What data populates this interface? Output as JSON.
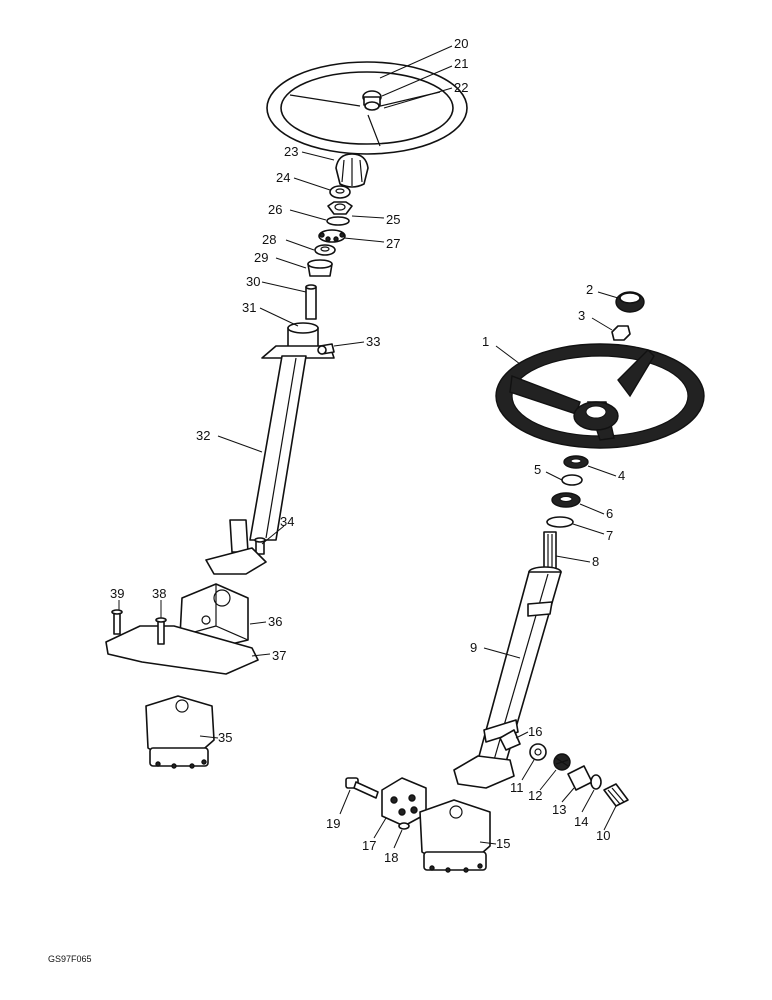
{
  "drawing_ref": "GS97F065",
  "callouts": [
    "1",
    "2",
    "3",
    "4",
    "5",
    "6",
    "7",
    "8",
    "9",
    "10",
    "11",
    "12",
    "13",
    "14",
    "15",
    "16",
    "17",
    "18",
    "19",
    "20",
    "21",
    "22",
    "23",
    "24",
    "25",
    "26",
    "27",
    "28",
    "29",
    "30",
    "31",
    "32",
    "33",
    "34",
    "35",
    "36",
    "37",
    "38",
    "39"
  ]
}
